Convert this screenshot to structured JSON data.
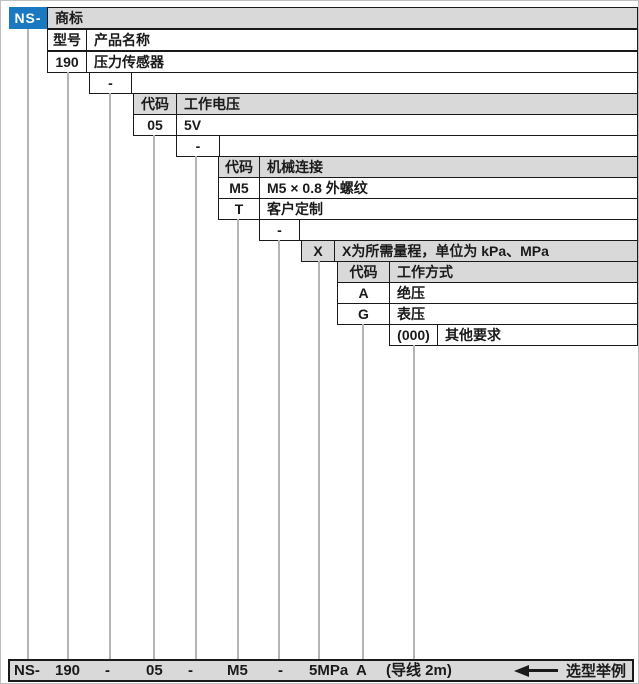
{
  "colors": {
    "accent_blue": "#1b79c1",
    "shade_gray": "#d9d9d9",
    "connector_gray": "#b4b4b9"
  },
  "prefix": "NS-",
  "rows": {
    "trademark_header": "商标",
    "model": {
      "h1": "型号",
      "h2": "产品名称",
      "code": "190",
      "desc": "压力传感器"
    },
    "voltage": {
      "h1": "代码",
      "h2": "工作电压",
      "code": "05",
      "desc": "5V"
    },
    "mech": {
      "h1": "代码",
      "h2": "机械连接",
      "rows": [
        {
          "code": "M5",
          "desc": "M5 × 0.8 外螺纹"
        },
        {
          "code": "T",
          "desc": "客户定制"
        }
      ]
    },
    "range": {
      "code": "X",
      "desc": "X为所需量程，单位为 kPa、MPa"
    },
    "mode": {
      "h1": "代码",
      "h2": "工作方式",
      "rows": [
        {
          "code": "A",
          "desc": "绝压"
        },
        {
          "code": "G",
          "desc": "表压"
        }
      ]
    },
    "other": {
      "code": "(000)",
      "desc": "其他要求"
    }
  },
  "separators": [
    "-",
    "-",
    "-"
  ],
  "example": {
    "parts": [
      "NS-",
      "190",
      "-",
      "05",
      "-",
      "M5",
      "-",
      "5MPa",
      "A",
      "(导线 2m)"
    ],
    "caption": "选型举例"
  }
}
